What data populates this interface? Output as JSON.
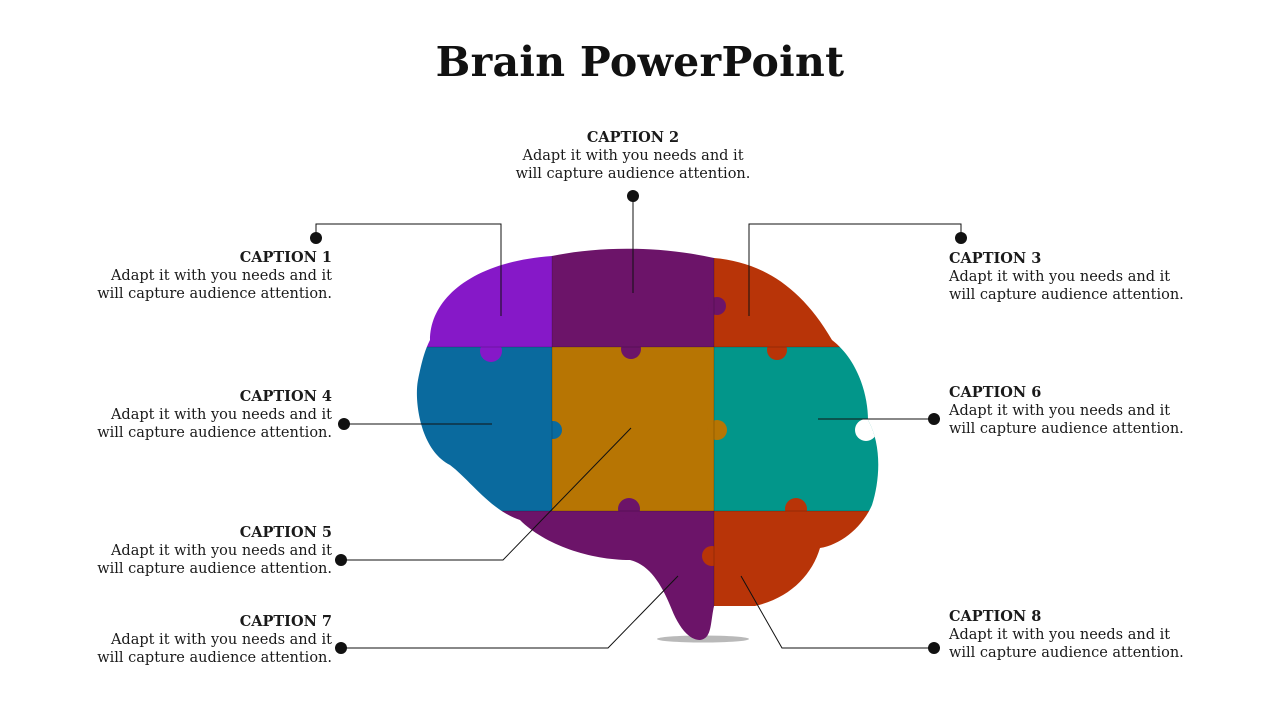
{
  "title": "Brain PowerPoint",
  "colors": {
    "purple_bright": "#8618c8",
    "purple_dark": "#6c1469",
    "orange_red": "#b83408",
    "blue": "#0a6a9e",
    "gold": "#b77503",
    "teal": "#02968a",
    "connector": "#111111"
  },
  "captions": [
    {
      "head": "CAPTION 1",
      "text": "Adapt it with you needs and it will capture audience attention."
    },
    {
      "head": "CAPTION 2",
      "text": "Adapt it with you needs and it will capture audience attention."
    },
    {
      "head": "CAPTION 3",
      "text": "Adapt it with you needs and it will capture audience attention."
    },
    {
      "head": "CAPTION 4",
      "text": "Adapt it with you needs and it will capture audience attention."
    },
    {
      "head": "CAPTION 5",
      "text": "Adapt it with you needs and it will capture audience attention."
    },
    {
      "head": "CAPTION 6",
      "text": "Adapt it with you needs and it will capture audience attention."
    },
    {
      "head": "CAPTION 7",
      "text": "Adapt it with you needs and it will capture audience attention."
    },
    {
      "head": "CAPTION 8",
      "text": "Adapt it with you needs and it will capture audience attention."
    }
  ]
}
